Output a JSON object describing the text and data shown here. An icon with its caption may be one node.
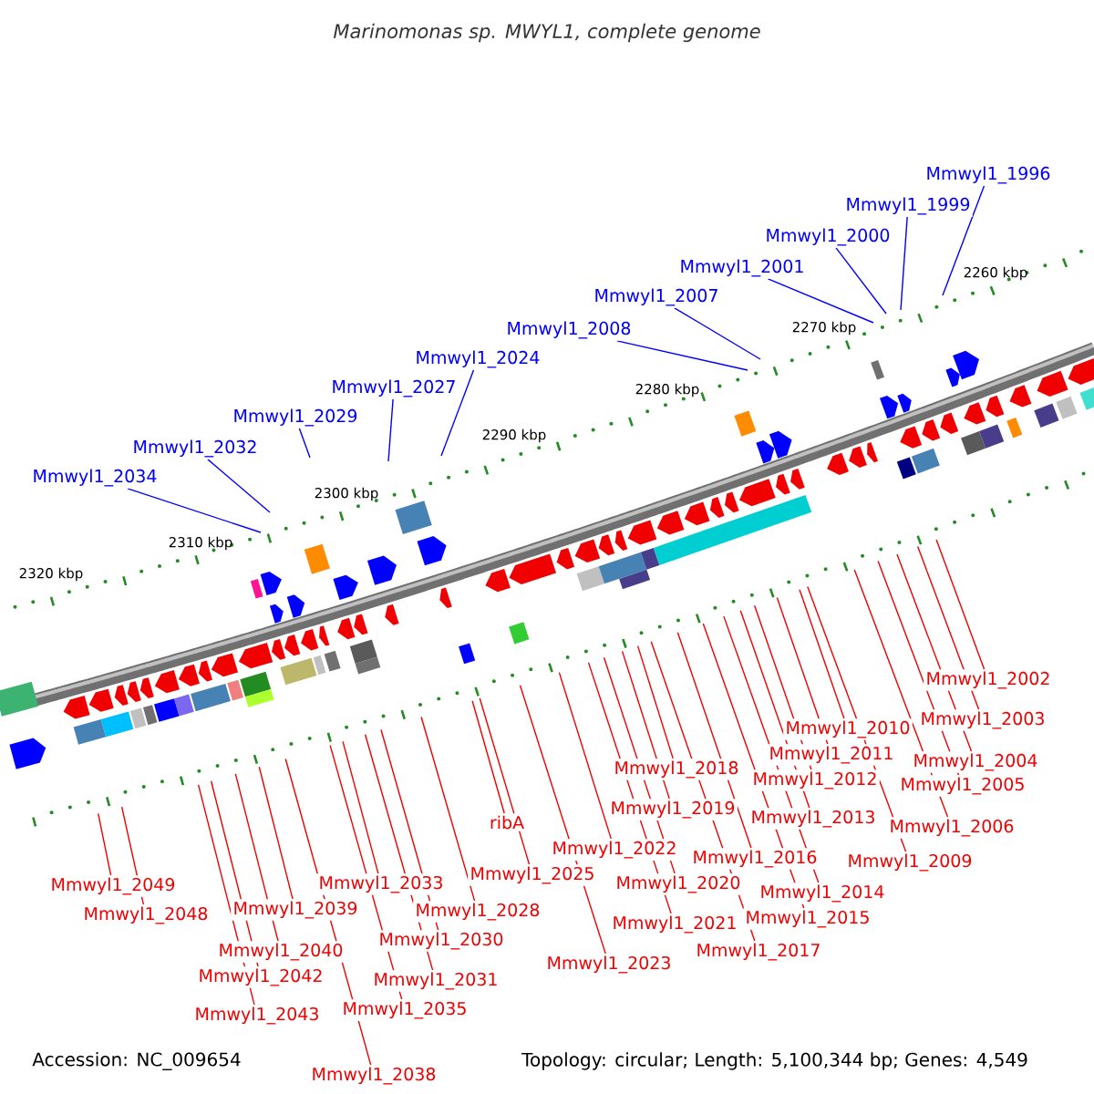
{
  "diagram": {
    "title": "Marinomonas sp. MWYL1, complete genome",
    "nodes": [
      {
        "text": [
          "Mmwyl1_1996"
        ]
      },
      {
        "text": [
          "Mmwyl1_1999"
        ]
      },
      {
        "text": [
          "Mmwyl1_2000"
        ]
      },
      {
        "text": [
          "Mmwyl1_2001"
        ]
      },
      {
        "text": [
          "Mmwyl1_2007"
        ]
      },
      {
        "text": [
          "Mmwyl1_2008"
        ]
      },
      {
        "text": [
          "Mmwyl1_2024"
        ]
      },
      {
        "text": [
          "Mmwyl1_2027"
        ]
      },
      {
        "text": [
          "Mmwyl1_2029"
        ]
      },
      {
        "text": [
          "Mmwyl1_2032"
        ]
      },
      {
        "text": [
          "Mmwyl1_2034"
        ]
      },
      {
        "text": [
          "Mmwyl1_2002"
        ]
      },
      {
        "text": [
          "Mmwyl1_2003"
        ]
      },
      {
        "text": [
          "Mmwyl1_2010"
        ]
      },
      {
        "text": [
          "Mmwyl1_2011"
        ]
      },
      {
        "text": [
          "Mmwyl1_2004"
        ]
      },
      {
        "text": [
          "Mmwyl1_2018"
        ]
      },
      {
        "text": [
          "Mmwyl1_2012"
        ]
      },
      {
        "text": [
          "Mmwyl1_2005"
        ]
      },
      {
        "text": [
          "Mmwyl1_2019"
        ]
      },
      {
        "text": [
          "Mmwyl1_2013"
        ]
      },
      {
        "text": [
          "ribA"
        ]
      },
      {
        "text": [
          "Mmwyl1_2006"
        ]
      },
      {
        "text": [
          "Mmwyl1_2022"
        ]
      },
      {
        "text": [
          "Mmwyl1_2016"
        ]
      },
      {
        "text": [
          "Mmwyl1_2009"
        ]
      },
      {
        "text": [
          "Mmwyl1_2025"
        ]
      },
      {
        "text": [
          "Mmwyl1_2020"
        ]
      },
      {
        "text": [
          "Mmwyl1_2033"
        ]
      },
      {
        "text": [
          "Mmwyl1_2049"
        ]
      },
      {
        "text": [
          "Mmwyl1_2014"
        ]
      },
      {
        "text": [
          "Mmwyl1_2039"
        ]
      },
      {
        "text": [
          "Mmwyl1_2028"
        ]
      },
      {
        "text": [
          "Mmwyl1_2048"
        ]
      },
      {
        "text": [
          "Mmwyl1_2015"
        ]
      },
      {
        "text": [
          "Mmwyl1_2021"
        ]
      },
      {
        "text": [
          "Mmwyl1_2030"
        ]
      },
      {
        "text": [
          "Mmwyl1_2040"
        ]
      },
      {
        "text": [
          "Mmwyl1_2017"
        ]
      },
      {
        "text": [
          "Mmwyl1_2023"
        ]
      },
      {
        "text": [
          "Mmwyl1_2042"
        ]
      },
      {
        "text": [
          "Mmwyl1_2031"
        ]
      },
      {
        "text": [
          "Mmwyl1_2035"
        ]
      },
      {
        "text": [
          "Mmwyl1_2043"
        ]
      },
      {
        "text": [
          "Mmwyl1_2038"
        ]
      }
    ],
    "edges": [
      {
        "from": 0,
        "to": null,
        "arrow": "none",
        "color": "#0000ff"
      },
      {
        "from": 1,
        "to": null,
        "arrow": "none",
        "color": "#0000ff"
      },
      {
        "from": 2,
        "to": null,
        "arrow": "none",
        "color": "#0000ff"
      },
      {
        "from": 3,
        "to": null,
        "arrow": "none",
        "color": "#0000ff"
      },
      {
        "from": 4,
        "to": null,
        "arrow": "none",
        "color": "#0000ff"
      },
      {
        "from": 5,
        "to": null,
        "arrow": "none",
        "color": "#0000ff"
      },
      {
        "from": 6,
        "to": null,
        "arrow": "none",
        "color": "#0000ff"
      },
      {
        "from": 7,
        "to": null,
        "arrow": "none",
        "color": "#0000ff"
      },
      {
        "from": 8,
        "to": null,
        "arrow": "none",
        "color": "#0000ff"
      },
      {
        "from": 9,
        "to": null,
        "arrow": "none",
        "color": "#0000ff"
      },
      {
        "from": 10,
        "to": null,
        "arrow": "none",
        "color": "#0000ff"
      },
      {
        "from": 11,
        "to": null,
        "arrow": "none"
      },
      {
        "from": 12,
        "to": null,
        "arrow": "none"
      },
      {
        "from": 13,
        "to": null,
        "arrow": "none"
      },
      {
        "from": 14,
        "to": null,
        "arrow": "none"
      },
      {
        "from": 15,
        "to": null,
        "arrow": "none"
      },
      {
        "from": 16,
        "to": null,
        "arrow": "none"
      },
      {
        "from": 17,
        "to": null,
        "arrow": "none"
      },
      {
        "from": 18,
        "to": null,
        "arrow": "none"
      },
      {
        "from": 19,
        "to": null,
        "arrow": "none"
      },
      {
        "from": 20,
        "to": null,
        "arrow": "none"
      },
      {
        "from": 21,
        "to": null,
        "arrow": "none"
      },
      {
        "from": 22,
        "to": null,
        "arrow": "none"
      },
      {
        "from": 23,
        "to": null,
        "arrow": "none"
      },
      {
        "from": 24,
        "to": null,
        "arrow": "none"
      },
      {
        "from": 25,
        "to": null,
        "arrow": "none"
      },
      {
        "from": 26,
        "to": null,
        "arrow": "none"
      },
      {
        "from": 27,
        "to": null,
        "arrow": "none"
      },
      {
        "from": 28,
        "to": null,
        "arrow": "none"
      },
      {
        "from": 29,
        "to": null,
        "arrow": "none"
      },
      {
        "from": 30,
        "to": null,
        "arrow": "none"
      },
      {
        "from": 31,
        "to": null,
        "arrow": "none"
      },
      {
        "from": 32,
        "to": null,
        "arrow": "none"
      },
      {
        "from": 33,
        "to": null,
        "arrow": "none"
      },
      {
        "from": 34,
        "to": null,
        "arrow": "none"
      },
      {
        "from": 35,
        "to": null,
        "arrow": "none"
      },
      {
        "from": 36,
        "to": null,
        "arrow": "none"
      },
      {
        "from": 37,
        "to": null,
        "arrow": "none"
      },
      {
        "from": 38,
        "to": null,
        "arrow": "none"
      },
      {
        "from": 39,
        "to": null,
        "arrow": "none"
      },
      {
        "from": 40,
        "to": null,
        "arrow": "none"
      },
      {
        "from": 41,
        "to": null,
        "arrow": "none"
      },
      {
        "from": 42,
        "to": null,
        "arrow": "none"
      },
      {
        "from": 43,
        "to": null,
        "arrow": "none"
      },
      {
        "from": 44,
        "to": null,
        "arrow": "none"
      }
    ],
    "labels": [
      "2260 kbp",
      "2270 kbp",
      "2280 kbp",
      "2290 kbp",
      "2300 kbp",
      "2310 kbp",
      "2320 kbp",
      "Accession: NC_009654",
      "Topology: circular; Length: 5,100,344 bp; Genes: 4,549"
    ]
  }
}
